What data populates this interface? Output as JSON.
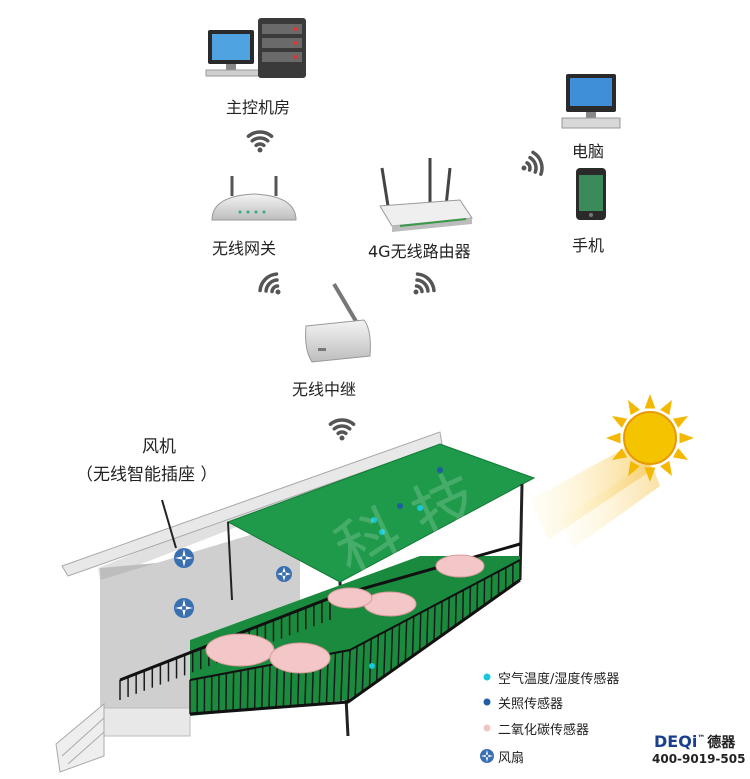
{
  "nodes": {
    "control_room": "主控机房",
    "gateway": "无线网关",
    "router": "4G无线路由器",
    "computer": "电脑",
    "phone": "手机",
    "repeater": "无线中继",
    "fan_title": "风机",
    "fan_subtitle": "（无线智能插座 ）"
  },
  "legend": {
    "items": [
      {
        "label": "空气温度/湿度传感器",
        "color": "#19c8d8",
        "marker": "dot"
      },
      {
        "label": "关照传感器",
        "color": "#1f5fa0",
        "marker": "dot"
      },
      {
        "label": "二氧化碳传感器",
        "color": "#f2c4c4",
        "marker": "dot"
      },
      {
        "label": "风扇",
        "color": "#3a6fb0",
        "marker": "fan-icon"
      }
    ]
  },
  "brand": {
    "logo": "DEQi",
    "tm": "™",
    "cn": "德器",
    "phone": "400-9019-505"
  },
  "watermark": "科技",
  "colors": {
    "roof_green": "#1e9a4a",
    "floor_green": "#1a8a3e",
    "wall_gray": "#c9c9c9",
    "sun": "#f5b800",
    "wifi": "#555555"
  }
}
